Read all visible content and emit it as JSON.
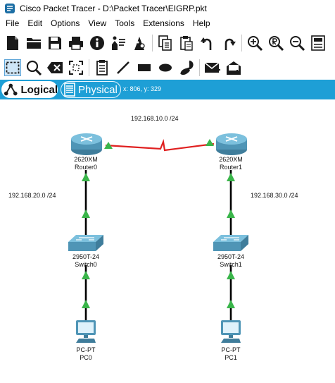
{
  "window": {
    "title": "Cisco Packet Tracer - D:\\Packet Tracer\\EIGRP.pkt"
  },
  "menu": [
    "File",
    "Edit",
    "Options",
    "View",
    "Tools",
    "Extensions",
    "Help"
  ],
  "toolbar_main": [
    "new-file-icon",
    "open-folder-icon",
    "save-icon",
    "print-icon",
    "info-icon",
    "activity-wizard-icon",
    "custom-pdu-icon",
    "copy-icon",
    "paste-icon",
    "undo-icon",
    "redo-icon",
    "zoom-in-icon",
    "zoom-reset-icon",
    "zoom-out-icon",
    "palette-icon"
  ],
  "toolbar_tools": [
    "select-icon",
    "inspect-icon",
    "delete-icon",
    "resize-icon",
    "note-icon",
    "draw-line-icon",
    "draw-rectangle-icon",
    "draw-ellipse-icon",
    "freeform-icon",
    "simple-pdu-icon",
    "complex-pdu-icon"
  ],
  "modes": {
    "logical": "Logical",
    "physical": "Physical"
  },
  "cursor": "x: 806, y: 329",
  "networks": {
    "top": "192.168.10.0 /24",
    "left": "192.168.20.0 /24",
    "right": "192.168.30.0 /24"
  },
  "devices": {
    "router0": {
      "model": "2620XM",
      "name": "Router0"
    },
    "router1": {
      "model": "2620XM",
      "name": "Router1"
    },
    "switch0": {
      "model": "2950T-24",
      "name": "Switch0"
    },
    "switch1": {
      "model": "2950T-24",
      "name": "Switch1"
    },
    "pc0": {
      "model": "PC-PT",
      "name": "PC0"
    },
    "pc1": {
      "model": "PC-PT",
      "name": "PC1"
    }
  },
  "link_status": "up",
  "colors": {
    "mode_bar": "#1e9fd6",
    "serial_link": "#e02020",
    "link_up": "#3ab54a",
    "ethernet": "#000000"
  }
}
